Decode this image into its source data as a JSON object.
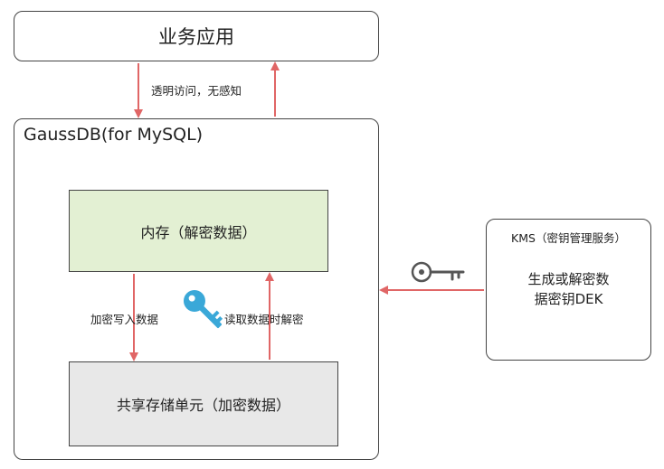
{
  "app": {
    "label": "业务应用"
  },
  "db": {
    "title": "GaussDB(for MySQL)",
    "memory_label": "内存（解密数据）",
    "storage_label": "共享存储单元（加密数据）"
  },
  "kms": {
    "title": "KMS（密钥管理服务）",
    "desc_line1": "生成或解密数",
    "desc_line2": "据密钥DEK"
  },
  "labels": {
    "transparent_access": "透明访问，无感知",
    "encrypt_write": "加密写入数据",
    "decrypt_read": "读取数据时解密"
  },
  "colors": {
    "arrow": "#e06666",
    "border": "#444444",
    "memory_fill": "#e3f0d3",
    "storage_fill": "#e8e8e8",
    "key_blue": "#3aa8d8",
    "key_gray": "#555555"
  },
  "icons": {
    "kms_key": "gray-key-icon",
    "dek_key": "blue-key-icon"
  }
}
